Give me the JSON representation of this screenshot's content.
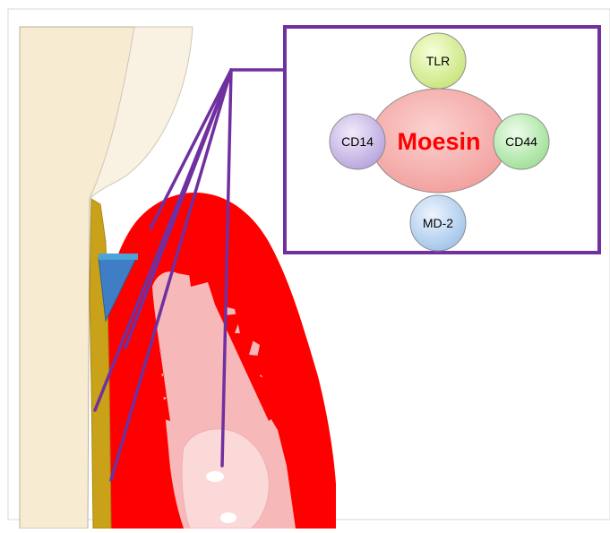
{
  "diagram": {
    "center_label": "Moesin",
    "partners": {
      "top": "TLR",
      "left": "CD14",
      "right": "CD44",
      "bottom": "MD-2"
    },
    "colors": {
      "tooth_enamel": "#f7ecd2",
      "tooth_outline": "#b9b0a0",
      "root_dentin": "#c9a21a",
      "gingiva_inflamed": "#ff0000",
      "epithelium": "#f6b8b8",
      "pocket_marker": "#3f7ec4",
      "callout_border": "#7030a0",
      "leader_lines": "#7030a0",
      "moesin_fill": "#f4a6a4",
      "moesin_text": "#ff0000",
      "tlr_fill": "#d9ef9a",
      "cd14_fill": "#c9b8e6",
      "cd44_fill": "#b8ebb0",
      "md2_fill": "#bcd6f2"
    }
  }
}
